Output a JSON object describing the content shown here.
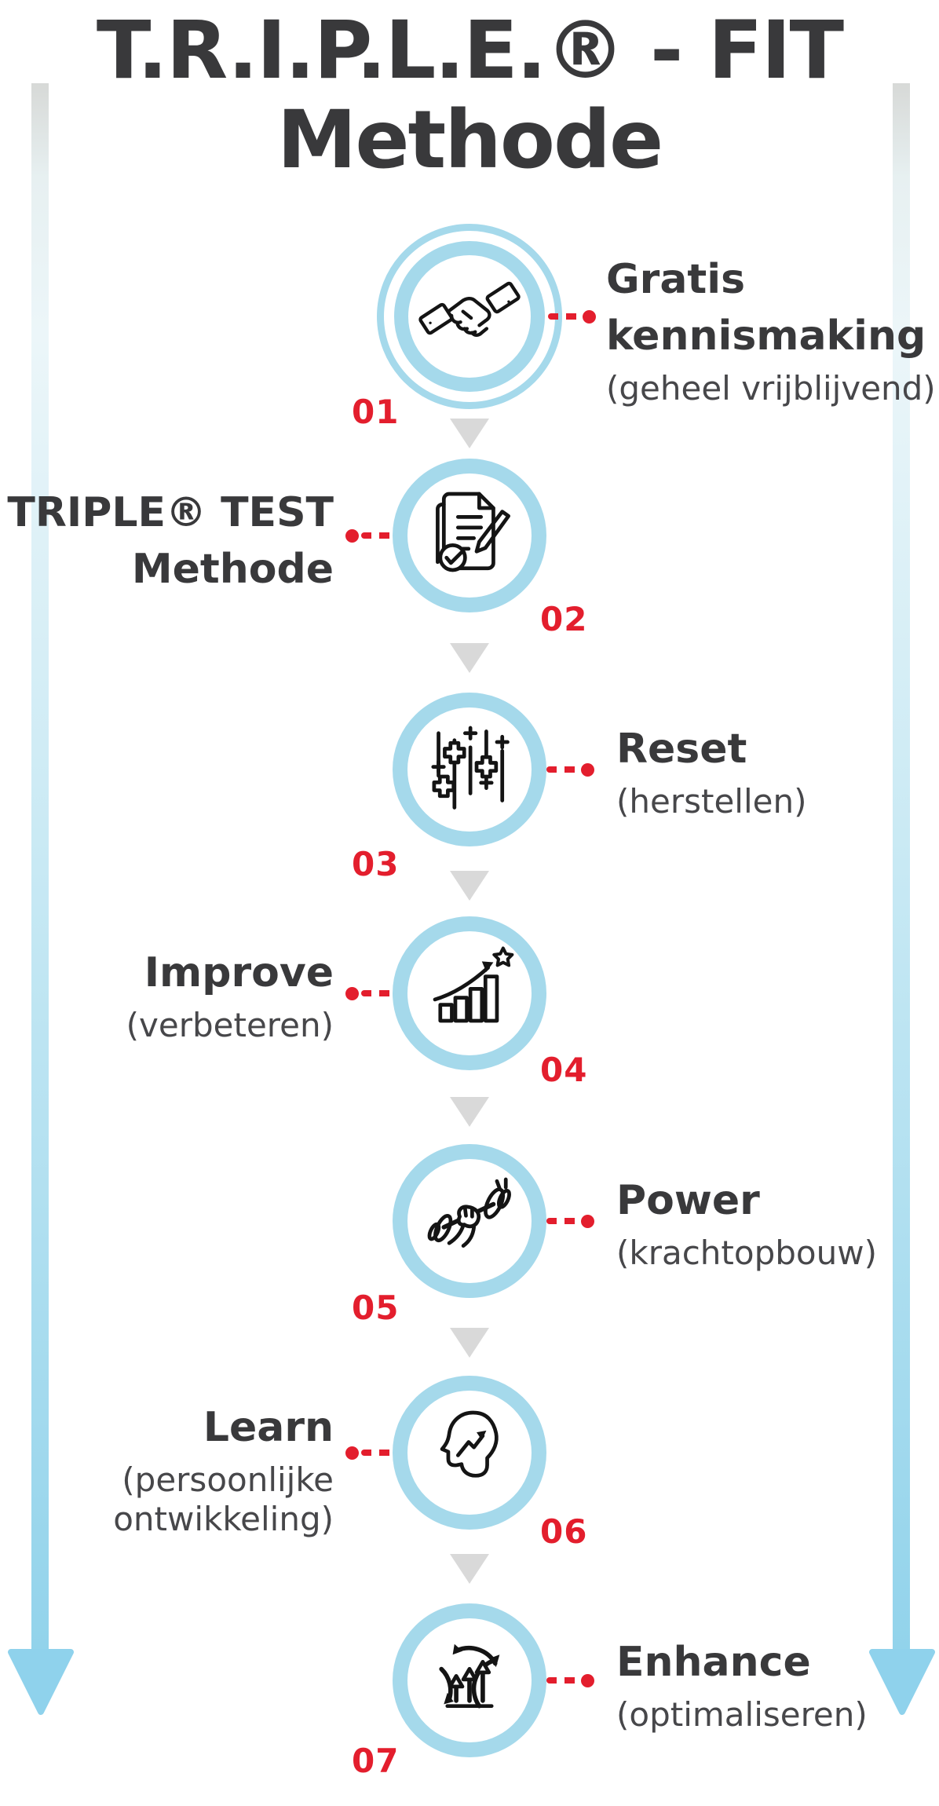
{
  "title": "T.R.I.P.L.E.® - FIT Methode",
  "colors": {
    "ring_blue": "#a5d9eb",
    "accent_red": "#e31e2d",
    "title_dark": "#39393b",
    "subtitle_gray": "#47474a",
    "triangle_gray": "#d9d9d9",
    "arrow_gradient_top": "#d7d9d7",
    "arrow_gradient_bottom": "#92d3eb"
  },
  "steps": [
    {
      "num": "01",
      "title": "Gratis kennismaking",
      "subtitle": "(geheel vrijblijvend)",
      "icon": "handshake-icon",
      "side": "right"
    },
    {
      "num": "02",
      "title": "TRIPLE® TEST Methode",
      "subtitle": "",
      "icon": "checklist-icon",
      "side": "left"
    },
    {
      "num": "03",
      "title": "Reset",
      "subtitle": "(herstellen)",
      "icon": "recovery-sliders-icon",
      "side": "right"
    },
    {
      "num": "04",
      "title": "Improve",
      "subtitle": "(verbeteren)",
      "icon": "growth-chart-icon",
      "side": "left"
    },
    {
      "num": "05",
      "title": "Power",
      "subtitle": "(krachtopbouw)",
      "icon": "dumbbell-icon",
      "side": "right"
    },
    {
      "num": "06",
      "title": "Learn",
      "subtitle": "(persoonlijke ontwikkeling)",
      "icon": "head-growth-icon",
      "side": "left"
    },
    {
      "num": "07",
      "title": "Enhance",
      "subtitle": "(optimaliseren)",
      "icon": "cycle-arrows-icon",
      "side": "right"
    }
  ]
}
